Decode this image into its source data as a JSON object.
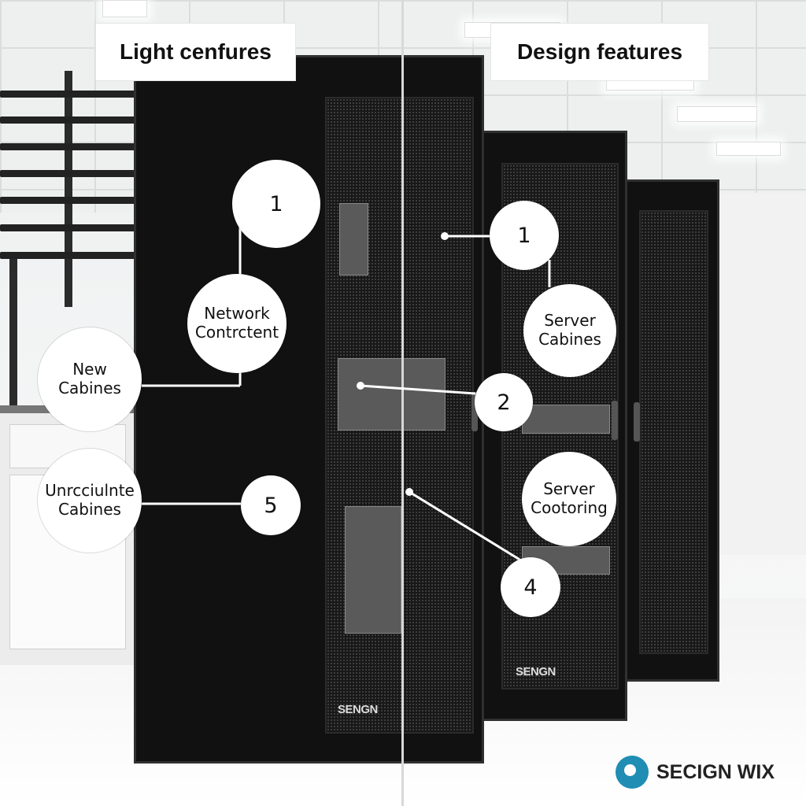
{
  "headers": {
    "left": "Light cenfures",
    "right": "Design features"
  },
  "callouts": {
    "left_number_1": "1",
    "network_content": "Network\nContrctent",
    "new_cabinets": "New\nCabines",
    "unrcciulnte_cabinets": "Unrcciulnte\nCabines",
    "number_5": "5",
    "right_number_1": "1",
    "server_cabines": "Server\nCabines",
    "number_2": "2",
    "server_cootoring": "Server\nCootoring",
    "number_4": "4"
  },
  "cabinet_labels": {
    "main": "SENGN",
    "middle": "SENGN"
  },
  "footer": {
    "brand": "SECIGN WIX"
  },
  "colors": {
    "cabinet": "#111111",
    "footer_logo": "#1f8db4"
  }
}
